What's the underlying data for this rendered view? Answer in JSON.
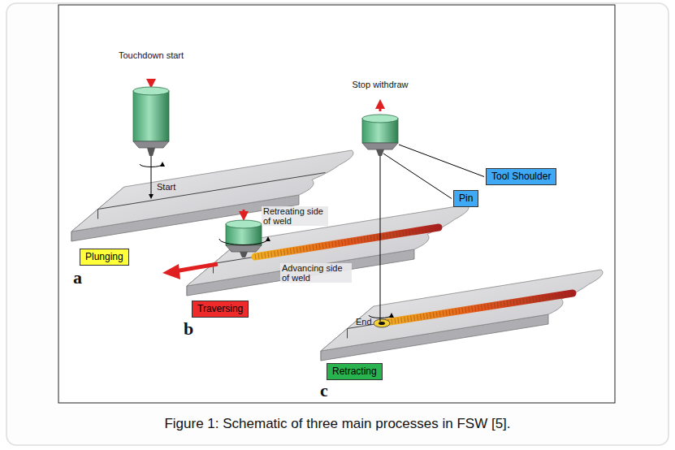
{
  "diagram": {
    "caption": "Figure 1: Schematic of three main processes in FSW [5].",
    "nodes": [
      {
        "text": [
          "Tool Shoulder"
        ]
      },
      {
        "text": [
          "Pin"
        ]
      },
      {
        "text": [
          "Plunging"
        ]
      },
      {
        "text": [
          "Traversing"
        ]
      },
      {
        "text": [
          "Retracting"
        ]
      }
    ],
    "labels": [
      "Touchdown start",
      "Start",
      "Stop withdraw",
      "Retreating side of weld",
      "Advancing side of weld",
      "End",
      "a",
      "b",
      "c"
    ]
  }
}
